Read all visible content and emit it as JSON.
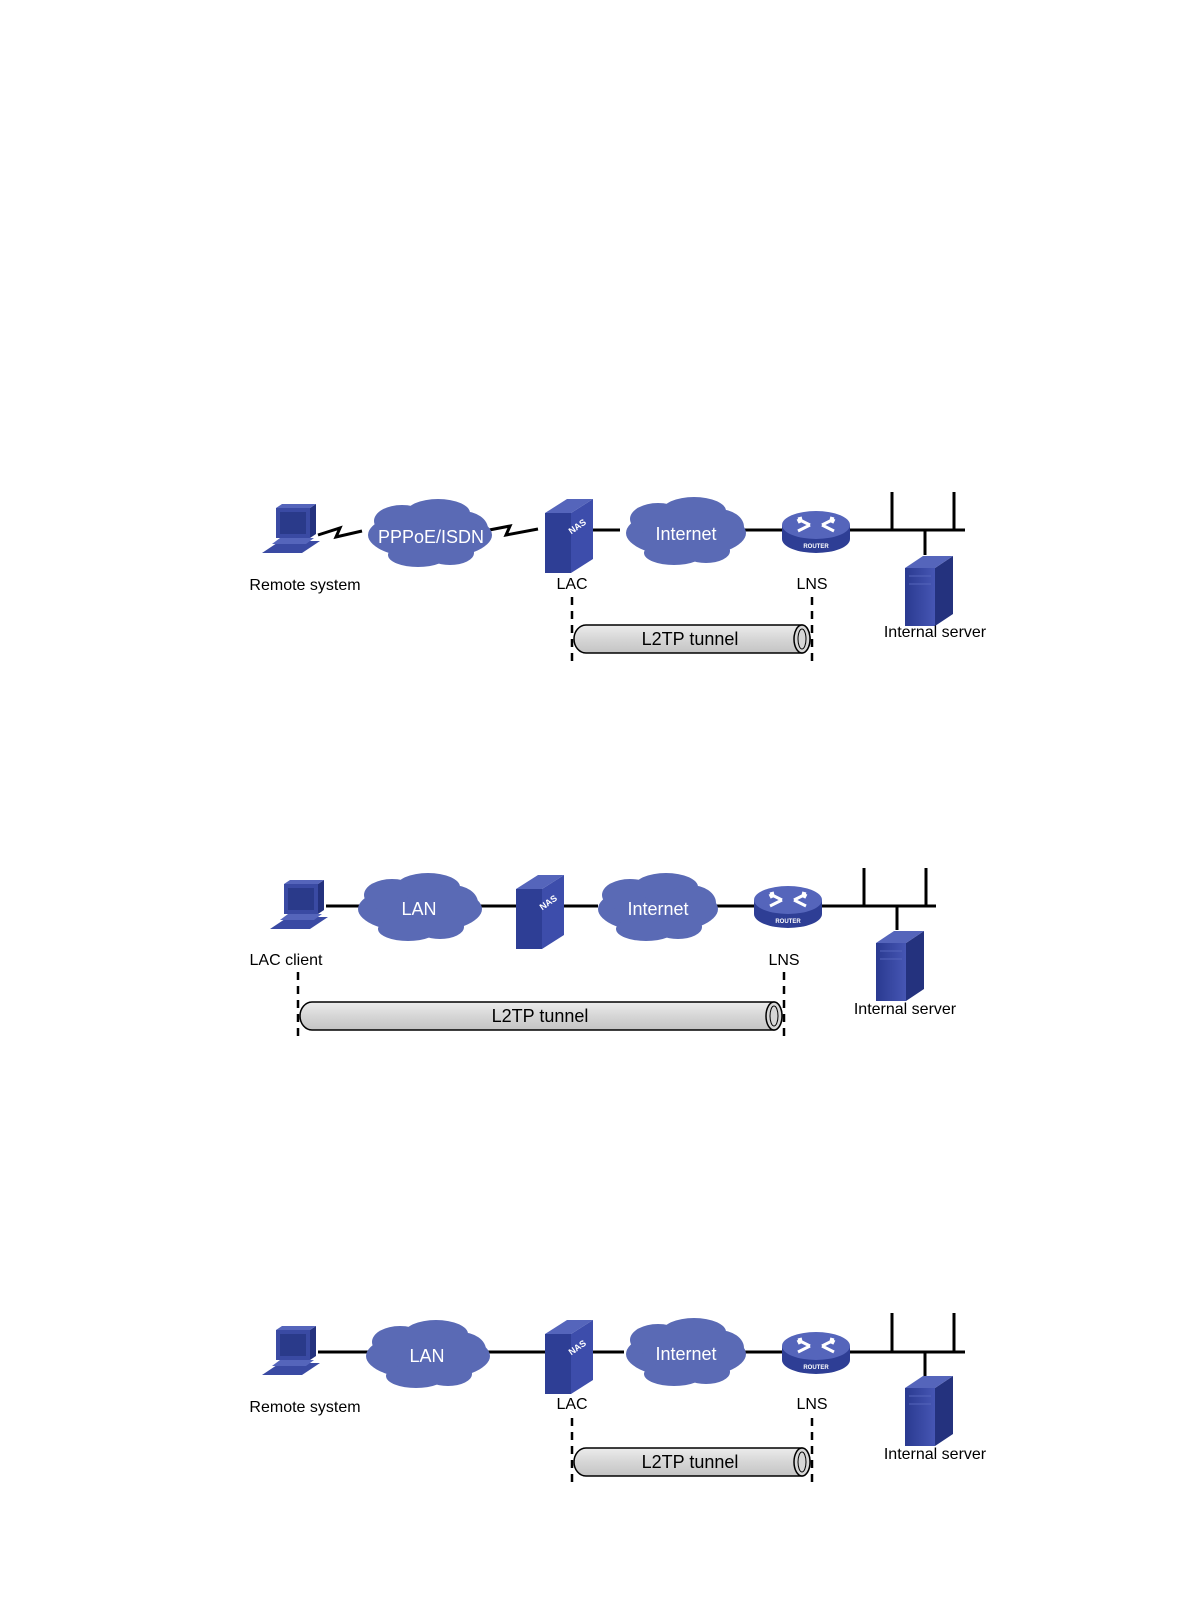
{
  "diagrams": [
    {
      "client_label": "Remote system",
      "access_cloud": "PPPoE/ISDN",
      "lac_label": "LAC",
      "internet_cloud": "Internet",
      "lns_label": "LNS",
      "server_label": "Internal server",
      "tunnel_label": "L2TP tunnel"
    },
    {
      "client_label": "LAC client",
      "access_cloud": "LAN",
      "lac_label": "",
      "internet_cloud": "Internet",
      "lns_label": "LNS",
      "server_label": "Internal server",
      "tunnel_label": "L2TP tunnel"
    },
    {
      "client_label": "Remote system",
      "access_cloud": "LAN",
      "lac_label": "LAC",
      "internet_cloud": "Internet",
      "lns_label": "LNS",
      "server_label": "Internal server",
      "tunnel_label": "L2TP tunnel"
    }
  ],
  "device_text": {
    "nas": "NAS",
    "router": "ROUTER"
  },
  "colors": {
    "device": "#3a4aa3",
    "cloud": "#5a6ab5",
    "tunnel": "#d9d9d9"
  },
  "icons": [
    "workstation-icon",
    "cloud-icon",
    "nas-icon",
    "router-icon",
    "server-icon"
  ]
}
